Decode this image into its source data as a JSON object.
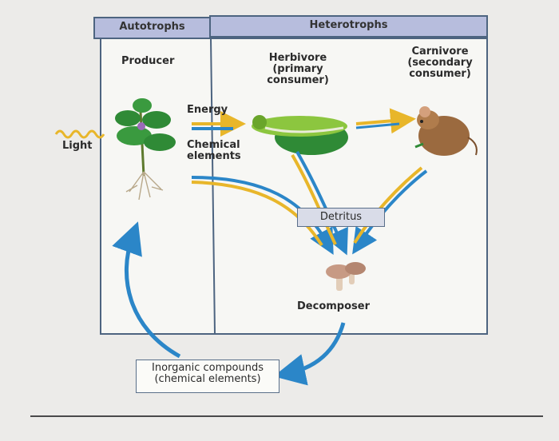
{
  "header": {
    "autotrophs": "Autotrophs",
    "heterotrophs": "Heterotrophs"
  },
  "labels": {
    "producer": "Producer",
    "herbivore": "Herbivore\n(primary\nconsumer)",
    "carnivore": "Carnivore\n(secondary\nconsumer)",
    "light": "Light",
    "energy": "Energy",
    "chemical": "Chemical\nelements",
    "detritus": "Detritus",
    "decomposer": "Decomposer",
    "inorganic": "Inorganic compounds\n(chemical elements)"
  },
  "colors": {
    "header_fill": "#b7bddd",
    "frame": "#4d6480",
    "energy_arrow": "#e8b62a",
    "matter_arrow": "#2b86c8",
    "light_wave": "#e8b62a"
  }
}
